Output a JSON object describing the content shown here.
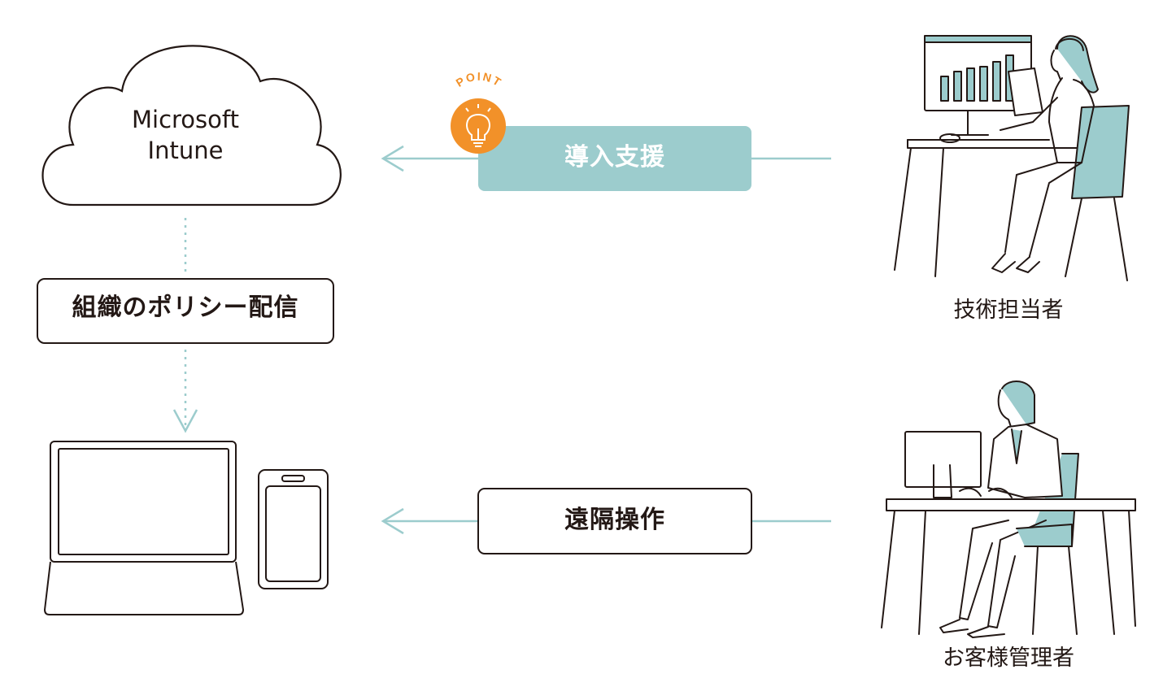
{
  "colors": {
    "accent": "#9ccccd",
    "arrow": "#9ccccd",
    "point_badge": "#f29129",
    "outline": "#231815"
  },
  "cloud": {
    "line1": "Microsoft",
    "line2": "Intune",
    "icon": "cloud-icon"
  },
  "policy_box": {
    "label": "組織のポリシー配信"
  },
  "support_box": {
    "label": "導入支援",
    "badge_text": "POINT",
    "badge_icon": "lightbulb-icon"
  },
  "remote_box": {
    "label": "遠隔操作"
  },
  "devices": {
    "laptop_icon": "laptop-icon",
    "phone_icon": "smartphone-icon"
  },
  "roles": {
    "tech": {
      "label": "技術担当者",
      "icon": "technician-at-desk-illustration"
    },
    "customer": {
      "label": "お客様管理者",
      "icon": "customer-admin-at-desk-illustration"
    }
  }
}
